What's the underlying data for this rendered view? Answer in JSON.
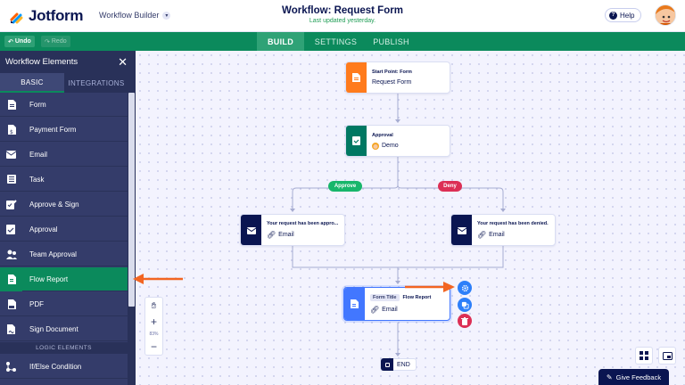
{
  "app": {
    "logo_text": "Jotform",
    "builder_label": "Workflow Builder"
  },
  "workflow": {
    "title": "Workflow: Request Form",
    "status": "Last updated yesterday."
  },
  "header": {
    "help_label": "Help"
  },
  "toolbar": {
    "undo_label": "Undo",
    "redo_label": "Redo"
  },
  "tabs": [
    {
      "label": "BUILD",
      "active": true
    },
    {
      "label": "SETTINGS",
      "active": false
    },
    {
      "label": "PUBLISH",
      "active": false
    }
  ],
  "sidebar": {
    "title": "Workflow Elements",
    "tabs": [
      {
        "label": "BASIC",
        "active": true
      },
      {
        "label": "INTEGRATIONS",
        "active": false
      }
    ],
    "items": [
      {
        "label": "Form",
        "icon": "form-icon"
      },
      {
        "label": "Payment Form",
        "icon": "payment-form-icon"
      },
      {
        "label": "Email",
        "icon": "email-icon"
      },
      {
        "label": "Task",
        "icon": "task-icon"
      },
      {
        "label": "Approve & Sign",
        "icon": "approve-sign-icon"
      },
      {
        "label": "Approval",
        "icon": "approval-icon"
      },
      {
        "label": "Team Approval",
        "icon": "team-approval-icon"
      },
      {
        "label": "Flow Report",
        "icon": "flow-report-icon",
        "selected": true
      },
      {
        "label": "PDF",
        "icon": "pdf-icon"
      },
      {
        "label": "Sign Document",
        "icon": "sign-document-icon"
      }
    ],
    "section_label": "LOGIC ELEMENTS",
    "logic_items": [
      {
        "label": "If/Else Condition",
        "icon": "condition-icon"
      }
    ]
  },
  "canvas": {
    "start_node": {
      "title": "Start Point: Form",
      "subtitle": "Request Form"
    },
    "approval_node": {
      "title": "Approval",
      "subtitle": "Demo"
    },
    "approve_label": "Approve",
    "deny_label": "Deny",
    "approved_email": {
      "title": "Your request has been appro...",
      "subtitle": "Email"
    },
    "denied_email": {
      "title": "Your request has been denied.",
      "subtitle": "Email"
    },
    "flow_report_node": {
      "chip": "Form Title",
      "title": "Flow Report",
      "subtitle": "Email"
    },
    "end_label": "END",
    "zoom_value": "83%"
  },
  "feedback_label": "Give Feedback",
  "colors": {
    "brand_green": "#0b8a5c",
    "start_orange": "#ff7b1c",
    "approval_teal": "#007862",
    "email_navy": "#0a1551",
    "report_blue": "#4277ff",
    "approve_green": "#18b66b",
    "deny_red": "#dc2f55",
    "annotation_orange": "#f26522"
  }
}
